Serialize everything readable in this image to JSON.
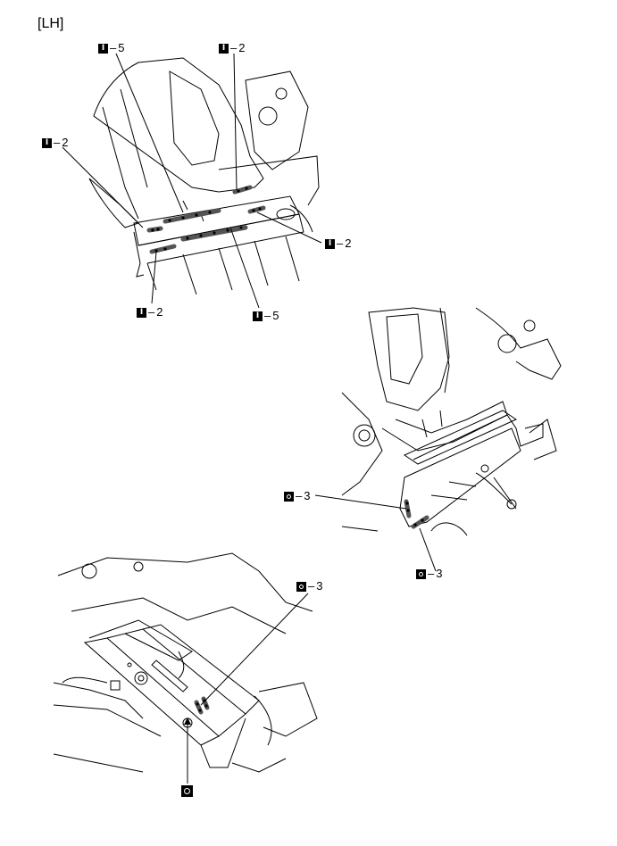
{
  "side_label": "[LH]",
  "callouts": {
    "top": [
      {
        "symbol": "I",
        "text": "5"
      },
      {
        "symbol": "I",
        "text": "2"
      },
      {
        "symbol": "I",
        "text": "2"
      },
      {
        "symbol": "I",
        "text": "2"
      },
      {
        "symbol": "I",
        "text": "2"
      },
      {
        "symbol": "I",
        "text": "5"
      }
    ],
    "middle": [
      {
        "symbol": "O",
        "text": "3"
      },
      {
        "symbol": "O",
        "text": "3"
      }
    ],
    "bottom": [
      {
        "symbol": "O",
        "text": "3"
      },
      {
        "symbol": "spot",
        "text": ""
      }
    ]
  },
  "dash": "–"
}
